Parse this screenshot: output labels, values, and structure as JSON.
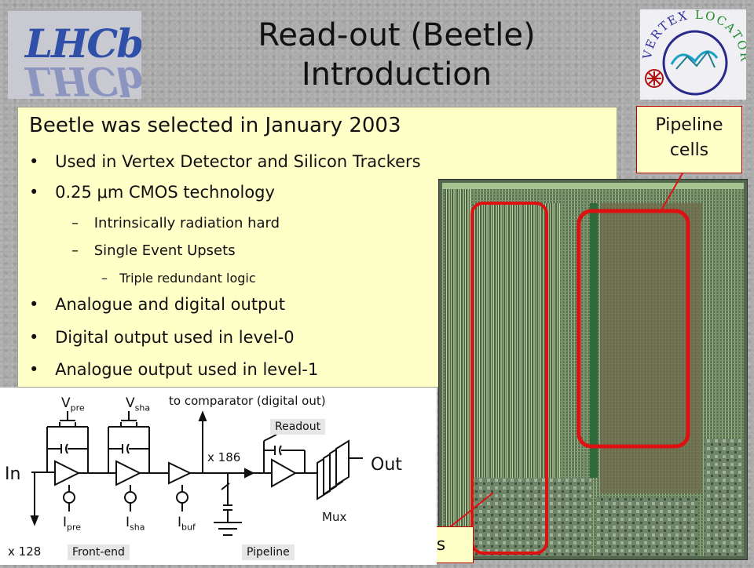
{
  "logos": {
    "lhcb": "LHCb",
    "velo_text": "VERTEX LOCATOR"
  },
  "title": {
    "line1": "Read-out (Beetle)",
    "line2": "Introduction"
  },
  "content": {
    "heading": "Beetle was selected in January 2003",
    "bullets": [
      "Used in Vertex Detector and Silicon Trackers",
      "0.25 μm CMOS technology",
      "Analogue and digital output",
      "Digital output used in level-0",
      "Analogue output used in level-1"
    ],
    "sub_bullets": [
      "Intrinsically radiation hard",
      "Single Event Upsets"
    ],
    "sub_sub_bullets": [
      "Triple redundant logic"
    ],
    "dash": "–",
    "dot": "•"
  },
  "chip": {
    "pipeline_cells_line1": "Pipeline",
    "pipeline_cells_line2": "cells",
    "front_ends": "Front-ends"
  },
  "circuit": {
    "v_pre": "V",
    "v_pre_sub": "pre",
    "v_sha": "V",
    "v_sha_sub": "sha",
    "to_comparator": "to comparator (digital out)",
    "readout": "Readout",
    "x186": "x 186",
    "out": "Out",
    "in": "In",
    "i_pre": "I",
    "i_pre_sub": "pre",
    "i_sha": "I",
    "i_sha_sub": "sha",
    "i_buf": "I",
    "i_buf_sub": "buf",
    "mux": "Mux",
    "x128": "x 128",
    "front_end": "Front-end",
    "pipeline": "Pipeline"
  },
  "colors": {
    "highlight_box": "#ffffc8",
    "annotation_red": "#dd1111",
    "chip_green": "#5d6e57",
    "logo_blue": "#2f4fa8"
  }
}
